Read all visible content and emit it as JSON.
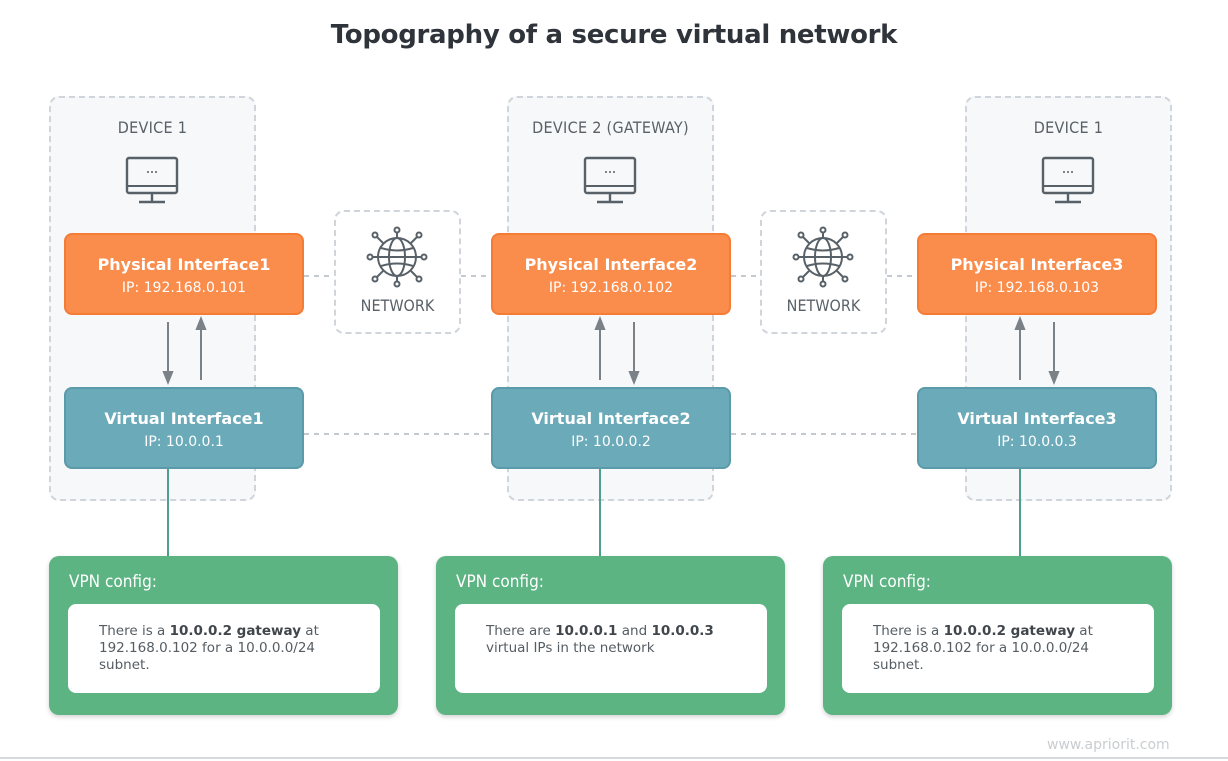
{
  "title": "Topography of a secure virtual network",
  "devices": [
    {
      "label": "DEVICE 1"
    },
    {
      "label": "DEVICE 2 (GATEWAY)"
    },
    {
      "label": "DEVICE 1"
    }
  ],
  "networks": [
    {
      "label": "NETWORK"
    },
    {
      "label": "NETWORK"
    }
  ],
  "physical_interfaces": [
    {
      "name": "Physical Interface1",
      "ip": "IP: 192.168.0.101"
    },
    {
      "name": "Physical Interface2",
      "ip": "IP: 192.168.0.102"
    },
    {
      "name": "Physical Interface3",
      "ip": "IP: 192.168.0.103"
    }
  ],
  "virtual_interfaces": [
    {
      "name": "Virtual Interface1",
      "ip": "IP: 10.0.0.1"
    },
    {
      "name": "Virtual Interface2",
      "ip": "IP: 10.0.0.2"
    },
    {
      "name": "Virtual Interface3",
      "ip": "IP: 10.0.0.3"
    }
  ],
  "vpn_configs": [
    {
      "title": "VPN config:",
      "parts": [
        {
          "t": "There is a ",
          "b": false
        },
        {
          "t": "10.0.0.2 gateway",
          "b": true
        },
        {
          "t": " at  192.168.0.102 for a 10.0.0.0/24 subnet.",
          "b": false
        }
      ]
    },
    {
      "title": "VPN config:",
      "parts": [
        {
          "t": "There are ",
          "b": false
        },
        {
          "t": "10.0.0.1",
          "b": true
        },
        {
          "t": " and ",
          "b": false
        },
        {
          "t": "10.0.0.3",
          "b": true
        },
        {
          "t": " virtual IPs in the network",
          "b": false
        }
      ]
    },
    {
      "title": "VPN config:",
      "parts": [
        {
          "t": "There is a ",
          "b": false
        },
        {
          "t": "10.0.0.2 gateway",
          "b": true
        },
        {
          "t": "  at 192.168.0.102 for a 10.0.0.0/24 subnet.",
          "b": false
        }
      ]
    }
  ],
  "watermark": "www.apriorit.com",
  "colors": {
    "physical": "#fa8c4c",
    "virtual": "#6baab8",
    "vpn": "#5cb483",
    "connector": "#4f9f8e",
    "icon": "#596168"
  },
  "icons": {
    "device": "monitor-icon",
    "network": "globe-network-icon"
  }
}
